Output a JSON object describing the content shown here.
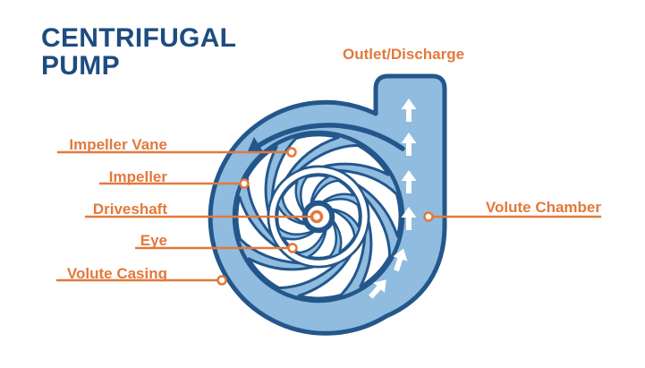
{
  "title": {
    "line1": "CENTRIFUGAL",
    "line2": "PUMP"
  },
  "labels": {
    "outlet": "Outlet/Discharge",
    "impeller_vane": "Impeller Vane",
    "impeller": "Impeller",
    "driveshaft": "Driveshaft",
    "eye": "Eye",
    "volute_casing": "Volute Casing",
    "volute_chamber": "Volute Chamber"
  },
  "colors": {
    "background": "#FFFFFF",
    "pump_fill": "#8FBCDF",
    "pump_outline": "#23578C",
    "title_text": "#1D4C80",
    "label_text": "#E2793B",
    "flow_arrow": "#FFFFFF"
  }
}
